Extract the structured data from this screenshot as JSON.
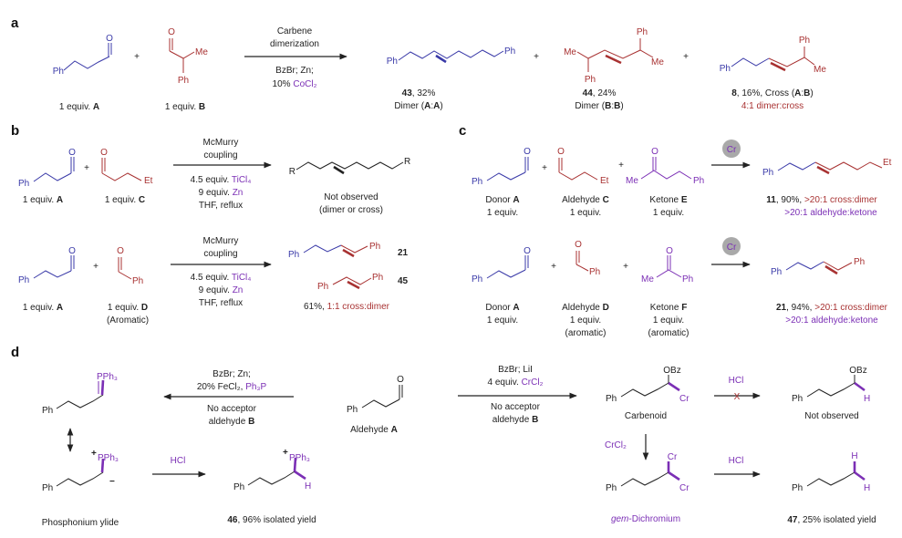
{
  "panels": {
    "a": "a",
    "b": "b",
    "c": "c",
    "d": "d"
  },
  "common": {
    "ph": "Ph",
    "me": "Me",
    "et": "Et",
    "o": "O",
    "r": "R",
    "h": "H",
    "cr": "Cr",
    "obz": "OBz",
    "plus": "+",
    "pph3": "PPh₃",
    "equiv1": "1 equiv. ",
    "equiv1_only": "1 equiv.",
    "A": "A",
    "B": "B",
    "C": "C",
    "D": "D",
    "aromatic_paren": "(Aromatic)",
    "aromatic_lower": "(aromatic)",
    "charge_plus": "+",
    "charge_minus": "−",
    "x_mark": "X"
  },
  "a": {
    "cond_above": [
      "Carbene",
      "dimerization"
    ],
    "cond_below_1": "BzBr; Zn;",
    "cond_below_2a": "10% ",
    "cond_below_2b": "CoCl₂",
    "p43": {
      "num": "43",
      "yield": ", 32%",
      "type": "Dimer (",
      "x1": "A",
      ":": ":",
      "x2": "A",
      ")": ")"
    },
    "p44": {
      "num": "44",
      "yield": ", 24%",
      "type": "Dimer (",
      "x1": "B",
      "x2": "B"
    },
    "p8": {
      "num": "8",
      "yield": ", 16%, Cross (",
      "x1": "A",
      "x2": "B",
      "ratio": "4:1 dimer:cross"
    }
  },
  "b": {
    "cond_above": [
      "McMurry",
      "coupling"
    ],
    "ticl4_a": "4.5 equiv. ",
    "ticl4_b": "TiCl₄",
    "zn_a": "9 equiv. ",
    "zn_b": "Zn",
    "thf": "THF, reflux",
    "not_observed": "Not observed",
    "dimer_or_cross": "(dimer or cross)",
    "num21": "21",
    "num45": "45",
    "yield_a": "61%, ",
    "yield_b": "1:1 cross:dimer"
  },
  "c": {
    "donor": "Donor ",
    "aldehyde": "Aldehyde ",
    "ketone": "Ketone ",
    "E": "E",
    "F": "F",
    "p11": {
      "num": "11",
      "yield": ", 90%, ",
      "sel1": ">20:1 cross:dimer",
      "sel2": ">20:1 aldehyde:ketone"
    },
    "p21": {
      "num": "21",
      "yield": ", 94%, ",
      "sel1": ">20:1 cross:dimer",
      "sel2": ">20:1 aldehyde:ketone"
    }
  },
  "d": {
    "left_cond_1": "BzBr; Zn;",
    "left_cond_2a": "20% FeCl₂, ",
    "left_cond_2b": "Ph₃P",
    "no_acceptor": "No acceptor",
    "aldehyde_b": "aldehyde ",
    "aldehyde_a_label": "Aldehyde ",
    "ylide_label": "Phosphonium ylide",
    "hcl": "HCl",
    "p46_num": "46",
    "p46_text": ", 96% isolated yield",
    "right_cond_1": "BzBr; LiI",
    "right_cond_2a": "4 equiv. ",
    "right_cond_2b": "CrCl₂",
    "carbenoid": "Carbenoid",
    "not_observed": "Not observed",
    "crcl2": "CrCl₂",
    "gem_a": "gem",
    "gem_b": "-Dichromium",
    "p47_num": "47",
    "p47_text": ", 25% isolated yield"
  }
}
